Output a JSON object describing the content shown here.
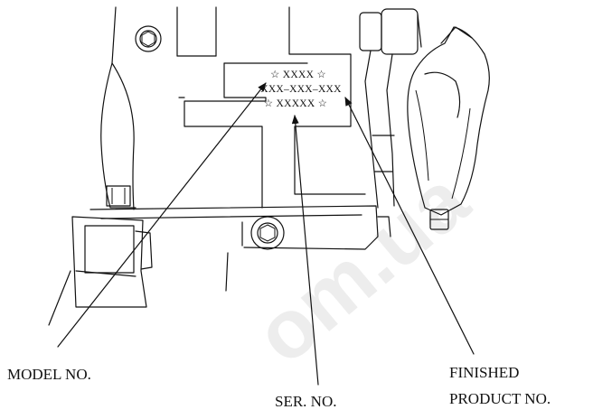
{
  "plate": {
    "line1": "☆ XXXX ☆",
    "line2": "XXX–XXX–XXX",
    "line3": "☆ XXXXX ☆"
  },
  "labels": {
    "model_no": "MODEL NO.",
    "ser_no": "SER. NO.",
    "finished_line1": "FINISHED",
    "finished_line2": "PRODUCT NO."
  },
  "watermark": "om.ua"
}
